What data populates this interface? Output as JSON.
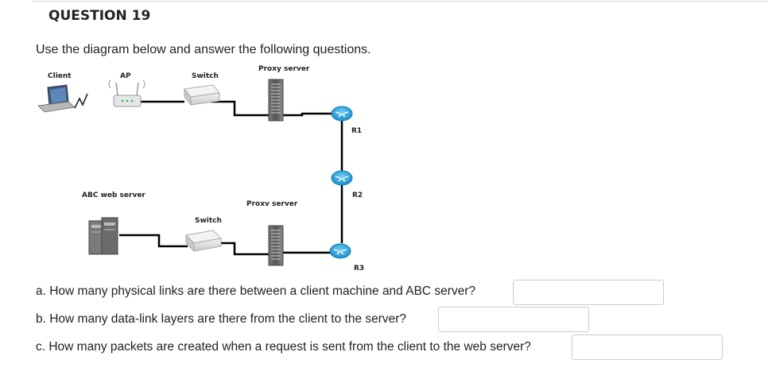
{
  "question": {
    "title": "QUESTION 19",
    "instruction": "Use the diagram below and answer the following questions."
  },
  "diagram": {
    "labels": {
      "client": "Client",
      "ap": "AP",
      "switch_top": "Switch",
      "proxy_top": "Proxy server",
      "r1": "R1",
      "r2": "R2",
      "abc_web_server": "ABC web server",
      "proxy_bottom": "Proxv server",
      "switch_bottom": "Switch",
      "r3": "R3"
    }
  },
  "sub_questions": [
    {
      "text": "a. How many physical links are there between a client machine and ABC server?",
      "answer_value": ""
    },
    {
      "text": "b. How many data-link layers are there from the client to the server?",
      "answer_value": ""
    },
    {
      "text": "c. How many packets are created when a request is sent from the client to the web server?",
      "answer_value": ""
    }
  ]
}
